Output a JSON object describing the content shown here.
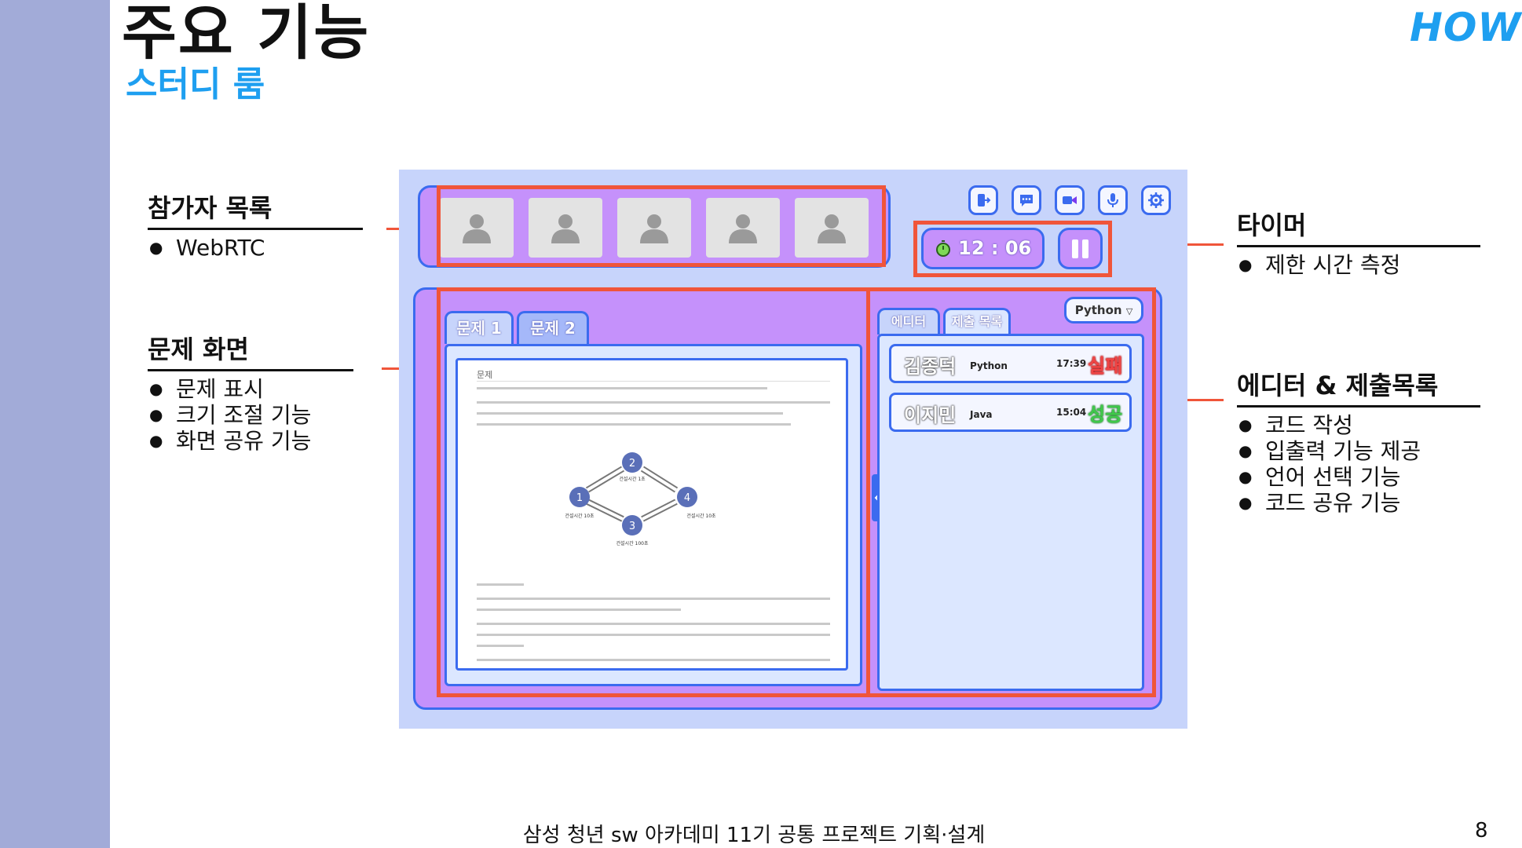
{
  "slide": {
    "title": "주요 기능",
    "subtitle": "스터디 룸",
    "logo": "HOW",
    "footer": "삼성 청년 sw 아카데미 11기 공통 프로젝트 기획·설계",
    "page_number": "8"
  },
  "callouts": {
    "participants": {
      "title": "참가자 목록",
      "items": [
        "WebRTC"
      ]
    },
    "problem": {
      "title": "문제 화면",
      "items": [
        "문제 표시",
        "크기 조절 기능",
        "화면 공유 기능"
      ]
    },
    "timer": {
      "title": "타이머",
      "items": [
        "제한 시간 측정"
      ]
    },
    "editor": {
      "title": "에디터 & 제출목록",
      "items": [
        "코드 작성",
        "입출력 기능 제공",
        "언어 선택 기능",
        "코드 공유 기능"
      ]
    }
  },
  "mockup": {
    "toolbar_icons": [
      "exit-icon",
      "chat-icon",
      "video-camera-icon",
      "microphone-icon",
      "settings-gear-icon"
    ],
    "timer": {
      "value": "12 : 06"
    },
    "problem_tabs": [
      "문제 1",
      "문제 2"
    ],
    "editor_tabs": [
      "에디터",
      "제출 목록"
    ],
    "language_select": "Python",
    "problem_doc": {
      "heading": "문제",
      "diagram": {
        "nodes": [
          "1",
          "2",
          "3",
          "4"
        ],
        "labels": [
          "건설시간 10초",
          "건설시간 1초",
          "건설시간 100초",
          "건설시간 10초"
        ]
      }
    },
    "submissions": [
      {
        "name": "김종덕",
        "language": "Python",
        "time": "17:39",
        "result": "실패",
        "result_color": "#f04545"
      },
      {
        "name": "이지민",
        "language": "Java",
        "time": "15:04",
        "result": "성공",
        "result_color": "#3fc94a"
      }
    ]
  }
}
